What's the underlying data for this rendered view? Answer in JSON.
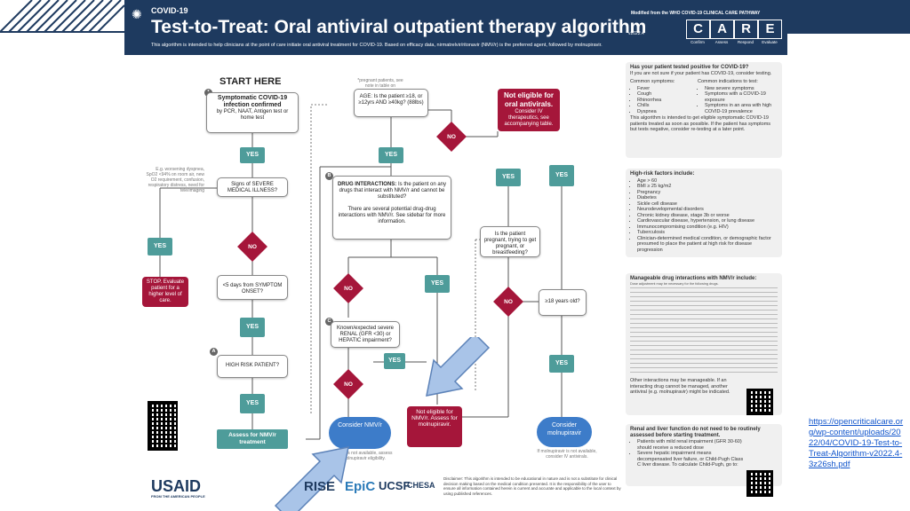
{
  "header": {
    "covid_label": "COVID-19",
    "title": "Test-to-Treat: Oral antiviral outpatient therapy algorithm",
    "version": "v2022.4",
    "subtitle": "This algorithm is intended to help clinicians at the point of care initiate oral antiviral treatment for COVID-19. Based on efficacy data, nirmatrelvir/ritonavir (NMV/r) is the preferred agent, followed by molnupiravir.",
    "modified": "Modified from the WHO COVID-19 CLINICAL CARE PATHWAY",
    "care_letters": [
      "C",
      "A",
      "R",
      "E"
    ],
    "care_labels": [
      "Confirm",
      "Assess",
      "Respond",
      "Evaluate"
    ]
  },
  "flow": {
    "start": "START HERE",
    "symptomatic": "Symptomatic COVID-19 infection confirmed",
    "symptomatic_sub": "by PCR, NAAT, Antigen test or home test",
    "severity_note": "E.g. worsening dyspnea, SpO2 <94% on room air, new O2 requirement, confusion, respiratory distress, need for tele/imaging",
    "severe_q": "Signs of SEVERE MEDICAL ILLNESS?",
    "stop": "STOP. Evaluate patient for a higher level of care.",
    "onset_q": "<5 days from SYMPTOM ONSET?",
    "highrisk_q": "HIGH RISK PATIENT?",
    "assess_nmv": "Assess for NMV/r treatment",
    "preg_note": "*pregnant patients, see note in table on accompanying page",
    "age_q": "AGE: Is the patient ≥18, or ≥12yrs AND ≥40kg? (88lbs)",
    "not_eligible_oral": "Not eligible for oral antivirals.",
    "not_eligible_oral_sub": "Consider IV therapeutics, see accompanying table.",
    "drug_q_title": "DRUG INTERACTIONS:",
    "drug_q": "Is the patient on any drugs that interact with NMV/r and cannot be substituted?",
    "drug_q2": "There are several potential drug-drug interactions with NMV/r. See sidebar for more information.",
    "renal_q": "Known/expected severe RENAL (GFR <30) or HEPATIC impairment?",
    "preg_q": "Is the patient pregnant, trying to get pregnant, or breastfeeding?",
    "age18_q": "≥18 years old?",
    "not_eligible_nmv": "Not eligible for NMV/r. Assess for molnupiravir.",
    "consider_nmv": "Consider NMV/r",
    "consider_nmv_note": "If NMV/r is not available, assess for molnupiravir eligibility.",
    "consider_mol": "Consider molnupiravir",
    "consider_mol_note": "If molnupiravir is not available, consider IV antivirals.",
    "yes": "YES",
    "no": "NO"
  },
  "sidebar": {
    "s1_title": "Has your patient tested positive for COVID-19?",
    "s1_text": "If you are not sure if your patient has COVID-19, consider testing.",
    "common_symptoms_label": "Common symptoms:",
    "common_symptoms": [
      "Fever",
      "Cough",
      "Rhinorrhea",
      "Chills",
      "Dyspnea"
    ],
    "indications_label": "Common indications to test:",
    "indications": [
      "New severe symptoms",
      "Symptoms with a COVID-19 exposure",
      "Symptoms in an area with high COVID-19 prevalence"
    ],
    "s1_footer": "This algorithm is intended to get eligible symptomatic COVID-19 patients treated as soon as possible. If the patient has symptoms but tests negative, consider re-testing at a later point.",
    "s2_title": "High-risk factors include:",
    "risk_factors": [
      "Age > 60",
      "BMI ≥ 25 kg/m2",
      "Pregnancy",
      "Diabetes",
      "Sickle cell disease",
      "Neurodevelopmental disorders",
      "Chronic kidney disease, stage 3b or worse",
      "Cardiovascular disease, hypertension, or lung disease",
      "Immunocompromising condition (e.g. HIV)",
      "Tuberculosis",
      "Clinician-determined medical condition, or demographic factor presumed to place the patient at high risk for disease progression"
    ],
    "s3_title": "Manageable drug interactions with NMV/r include:",
    "s3_text": "Dose adjustment may be necessary for the following drugs.",
    "s3_footer": "Other interactions may be manageable. If an interacting drug cannot be managed, another antiviral (e.g. molnupiravir) might be indicated.",
    "s4_title": "Renal and liver function do not need to be routinely assessed before starting treatment.",
    "s4_items": [
      "Patients with mild renal impairment (GFR 30-60) should receive a reduced dose",
      "Severe hepatic impairment means decompensated liver failure, or Child-Pugh Class C liver disease. To calculate Child-Pugh, go to:"
    ],
    "circle_labels": [
      "*",
      "A",
      "B",
      "C"
    ]
  },
  "footer": {
    "logos": [
      "USAID",
      "RISE",
      "EpiC",
      "UCSF",
      "CHESA"
    ],
    "usaid_sub": "FROM THE AMERICAN PEOPLE",
    "disclaimer": "Disclaimer: This algorithm is intended to be educational in nature and is not a substitute for clinical decision making based on the medical condition presented. It is the responsibility of the user to ensure all information contained herein is current and accurate and applicable to the local context by using published references."
  },
  "source_link": "https://opencriticalcare.org/wp-content/uploads/2022/04/COVID-19-Test-to-Treat-Algorithm-v2022.4-3z26sh.pdf",
  "colors": {
    "navy": "#1e3a5f",
    "teal": "#4e9c9a",
    "crimson": "#a5163a",
    "blue": "#3d7cc9"
  }
}
